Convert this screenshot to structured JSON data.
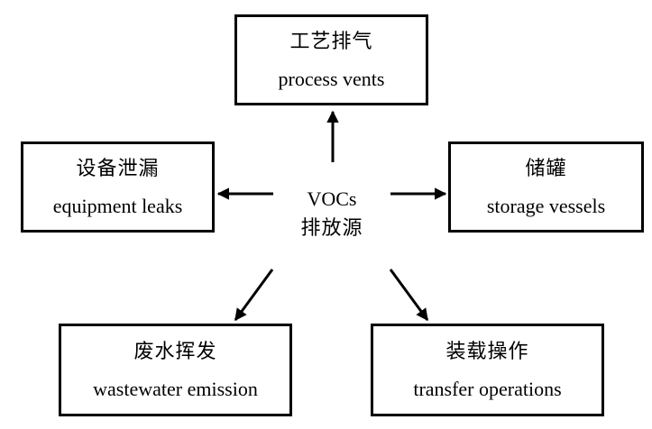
{
  "center": {
    "en": "VOCs",
    "zh": "排放源"
  },
  "sources": {
    "process_vents": {
      "zh": "工艺排气",
      "en": "process vents"
    },
    "equipment_leaks": {
      "zh": "设备泄漏",
      "en": "equipment leaks"
    },
    "storage_vessels": {
      "zh": "储罐",
      "en": "storage vessels"
    },
    "wastewater_emission": {
      "zh": "废水挥发",
      "en": "wastewater emission"
    },
    "transfer_operations": {
      "zh": "装载操作",
      "en": "transfer operations"
    }
  },
  "colors": {
    "line": "#000000",
    "background": "#ffffff"
  }
}
